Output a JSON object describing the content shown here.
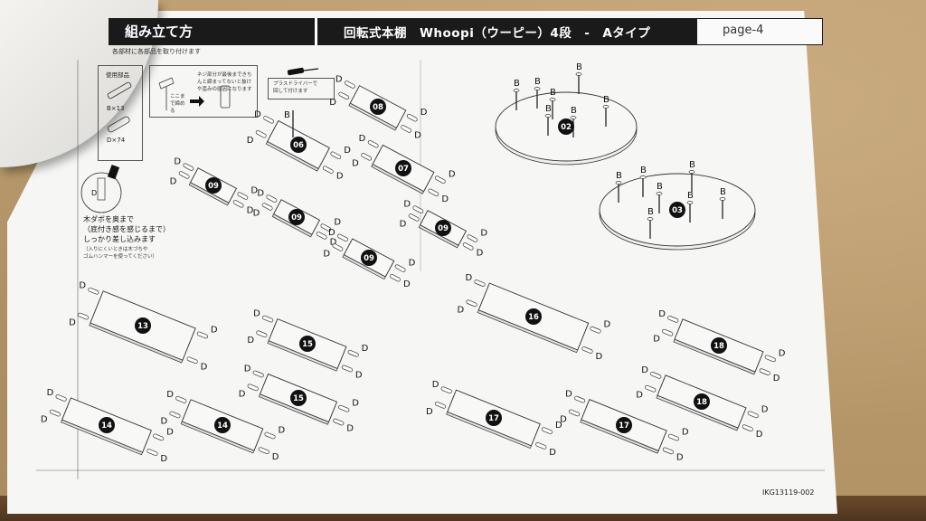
{
  "header": {
    "section_title": "組み立て方",
    "product_title": "回転式本棚　Whoopi（ウーピー）4段　-　Aタイプ",
    "page_label": "page-4"
  },
  "note": "各部材に各部品を取り付けます",
  "parts_panel": {
    "title": "使用部品",
    "part_b": "B×13",
    "part_d": "D×74"
  },
  "callout_hint": "ネジ部分が最後まできちんと締まってないと抜けや歪みの原因になります",
  "callout_small": "ここまで締める",
  "driver_hint_line1": "プラスドライバーで",
  "driver_hint_line2": "回して付けます",
  "dowel_instruction": [
    "木ダボを奥まで",
    "（底付き感を感じるまで）",
    "しっかり差し込みます"
  ],
  "dowel_sub": [
    "（入りにくいときは木づちや",
    "ゴムハンマーを使ってください）"
  ],
  "doc_id": "IKG13119-002",
  "colors": {
    "header_bg": "#1a1a1a",
    "paper": "#f6f6f4",
    "cardboard": "#b99a6f"
  },
  "labels": {
    "b": "B",
    "d": "D"
  },
  "boards": [
    {
      "id": "08"
    },
    {
      "id": "06"
    },
    {
      "id": "07"
    },
    {
      "id": "09"
    },
    {
      "id": "09"
    },
    {
      "id": "09"
    },
    {
      "id": "09"
    },
    {
      "id": "02"
    },
    {
      "id": "03"
    },
    {
      "id": "13"
    },
    {
      "id": "15"
    },
    {
      "id": "16"
    },
    {
      "id": "18"
    },
    {
      "id": "14"
    },
    {
      "id": "14"
    },
    {
      "id": "15"
    },
    {
      "id": "17"
    },
    {
      "id": "17"
    },
    {
      "id": "18"
    }
  ]
}
